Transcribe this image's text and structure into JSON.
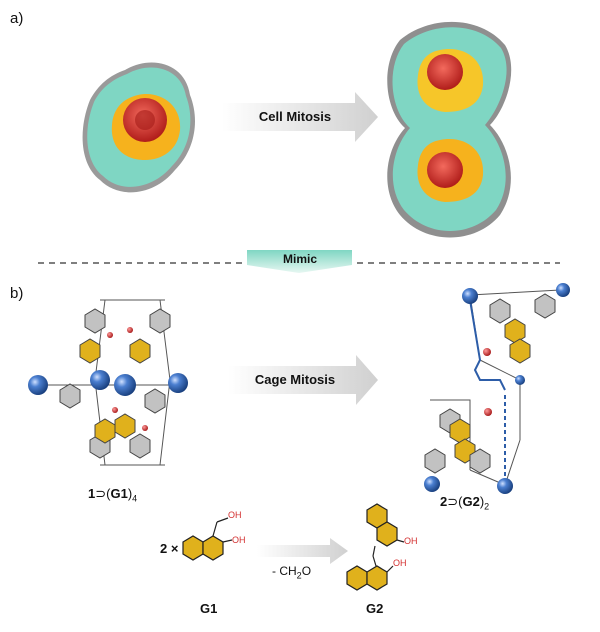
{
  "panel_labels": {
    "a": "a)",
    "b": "b)"
  },
  "arrows": {
    "cell": "Cell Mitosis",
    "mimic": "Mimic",
    "cage": "Cage Mitosis",
    "reaction_condition": "- CH",
    "reaction_condition_sub": "2",
    "reaction_condition_tail": "O"
  },
  "labels": {
    "complex1_num": "1",
    "complex1_sup": "⊃(",
    "complex1_guest": "G1",
    "complex1_close": ")",
    "complex1_sub": "4",
    "complex2_num": "2",
    "complex2_sup": "⊃(",
    "complex2_guest": "G2",
    "complex2_close": ")",
    "complex2_sub": "2",
    "coef": "2 ×",
    "g1": "G1",
    "g2": "G2",
    "oh": "OH"
  },
  "colors": {
    "cell_outer": "#7fd6c3",
    "cell_middle": "#f6c629",
    "cell_inner": "#d9322a",
    "guest": "#e0b11c",
    "sphere": "#2d5da8",
    "ring": "#b9b9b9",
    "oxygen": "#d32f2f"
  }
}
